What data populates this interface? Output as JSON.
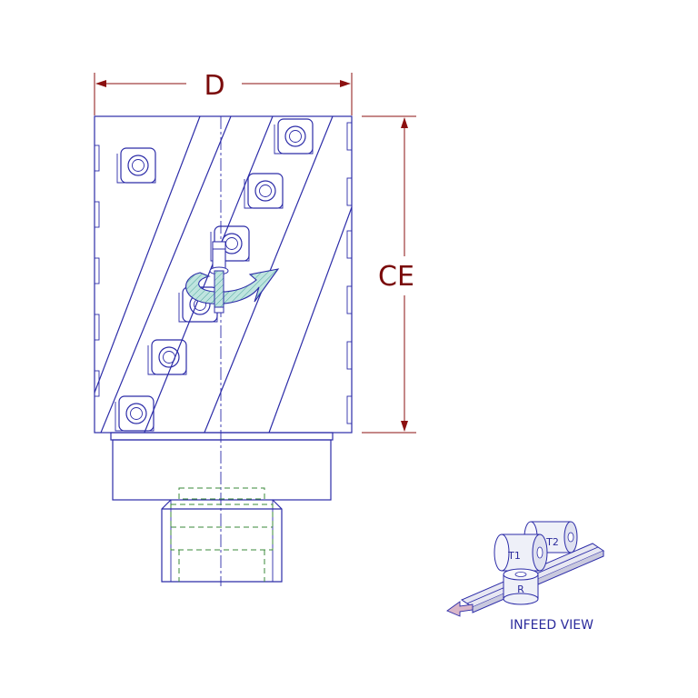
{
  "labels": {
    "diameter": "D",
    "cutting_edge": "CE",
    "infeed_caption": "INFEED VIEW",
    "roll_t1": "T1",
    "roll_t2": "T2",
    "roll_r": "R"
  },
  "colors": {
    "line": "#2c2ca8",
    "dimension": "#8b1010",
    "hidden": "#3a8a3a",
    "rotation_fill": "#7fc7c0"
  }
}
